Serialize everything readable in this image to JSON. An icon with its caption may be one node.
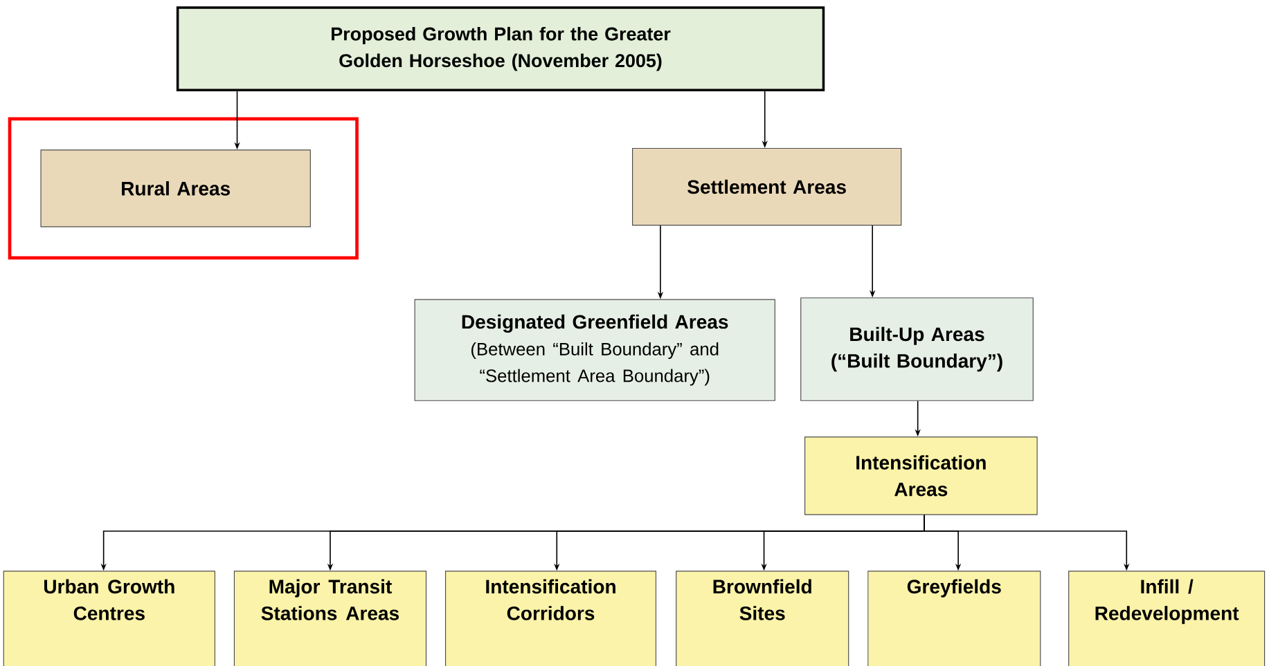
{
  "diagram": {
    "nodes": [
      {
        "text": [
          "Proposed Growth Plan for the Greater Golden Horseshoe (November 2005)"
        ]
      },
      {
        "text": [
          "Rural Areas"
        ]
      },
      {
        "text": [
          "Settlement Areas"
        ]
      },
      {
        "text": [
          "Designated Greenfield Areas",
          "(Between “Built Boundary” and “Settlement Area Boundary”)"
        ]
      },
      {
        "text": [
          "Built-Up Areas (“Built Boundary”)"
        ]
      },
      {
        "text": [
          "Intensification Areas"
        ]
      },
      {
        "text": [
          "Urban Growth Centres"
        ]
      },
      {
        "text": [
          "Major Transit Stations Areas"
        ]
      },
      {
        "text": [
          "Intensification Corridors"
        ]
      },
      {
        "text": [
          "Brownfield Sites"
        ]
      },
      {
        "text": [
          "Greyfields"
        ]
      },
      {
        "text": [
          "Infill / Redevelopment"
        ]
      }
    ],
    "edges": [
      {
        "from": 0,
        "to": 1,
        "arrow": "to"
      },
      {
        "from": 0,
        "to": 2,
        "arrow": "to"
      },
      {
        "from": 2,
        "to": 3,
        "arrow": "to"
      },
      {
        "from": 2,
        "to": 4,
        "arrow": "to"
      },
      {
        "from": 4,
        "to": 5,
        "arrow": "to"
      },
      {
        "from": 5,
        "to": 6,
        "arrow": "to"
      },
      {
        "from": 5,
        "to": 7,
        "arrow": "to"
      },
      {
        "from": 5,
        "to": 8,
        "arrow": "to"
      },
      {
        "from": 5,
        "to": 9,
        "arrow": "to"
      },
      {
        "from": 5,
        "to": 10,
        "arrow": "to"
      },
      {
        "from": 5,
        "to": 11,
        "arrow": "to"
      }
    ]
  }
}
